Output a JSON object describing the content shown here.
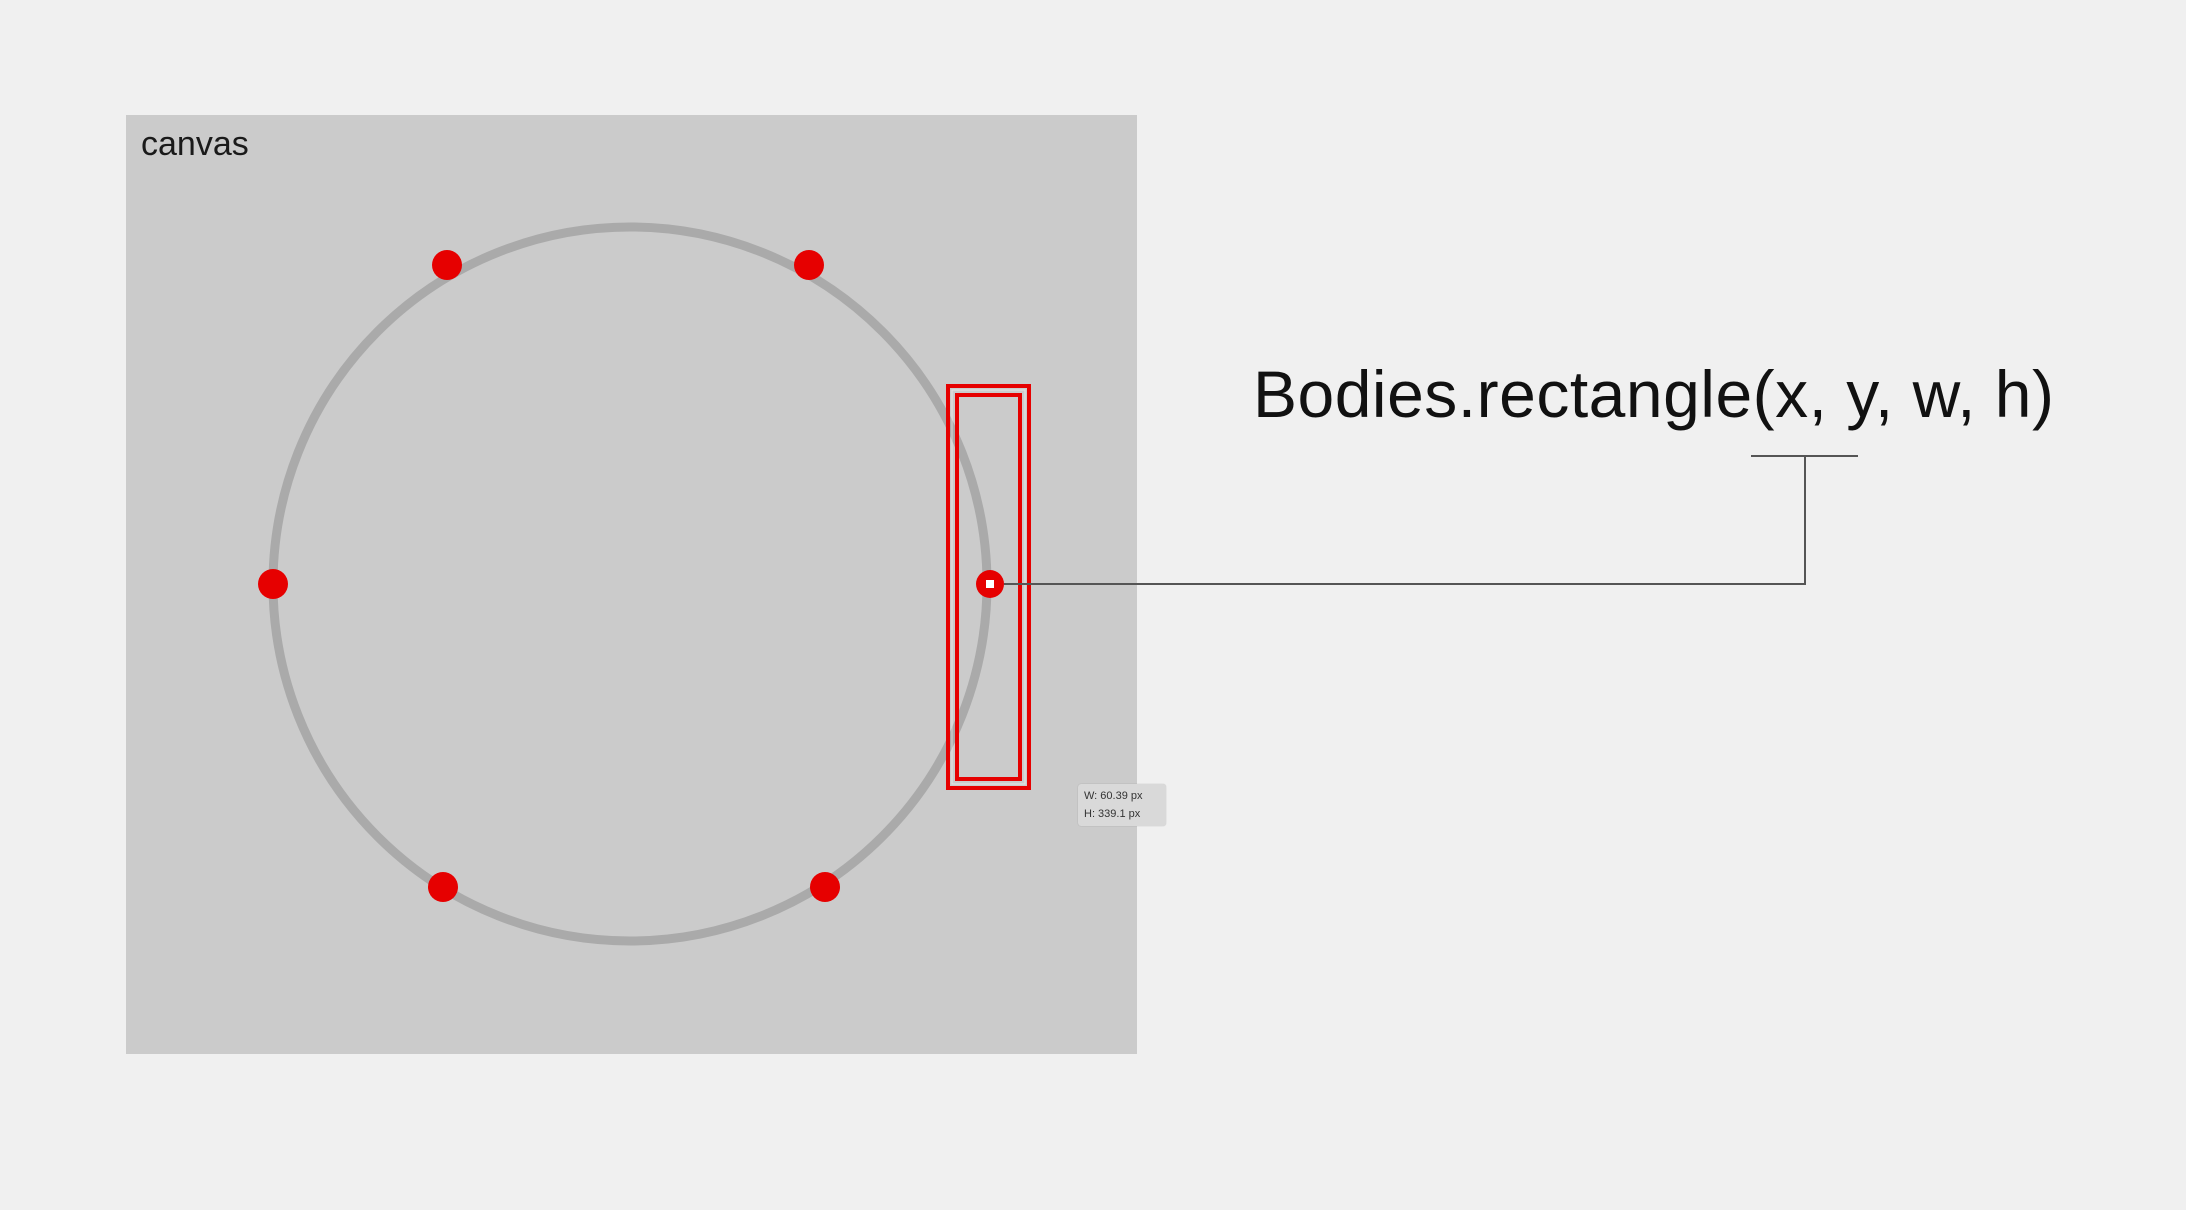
{
  "canvas": {
    "label": "canvas",
    "background_color": "#cbcbcb"
  },
  "code": {
    "text": "Bodies.rectangle(x, y, w, h)"
  },
  "tooltip": {
    "width_text": "W: 60.39 px",
    "height_text": "H: 339.1 px"
  },
  "colors": {
    "page_background": "#f0f0f0",
    "circle_stroke": "#aaaaaa",
    "point_fill": "#e60000",
    "rectangle_outline": "#e60000",
    "connector_line": "#555555"
  }
}
